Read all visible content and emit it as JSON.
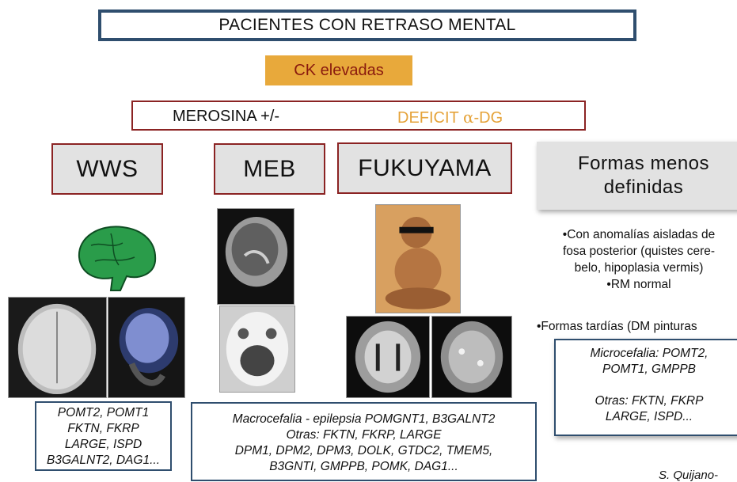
{
  "title": "PACIENTES CON RETRASO MENTAL",
  "ck_badge": "CK elevadas",
  "merosina": {
    "left": "MEROSINA +/-",
    "right_prefix": "DEFICIT ",
    "right_greek": "α",
    "right_suffix": "-DG"
  },
  "categories": {
    "wws": "WWS",
    "meb": "MEB",
    "fukuyama": "FUKUYAMA",
    "formas_line1": "Formas menos",
    "formas_line2": "definidas"
  },
  "formas": {
    "bullet1_line1": "•Con anomalías aisladas de",
    "bullet1_line2": "fosa posterior (quistes cere-",
    "bullet1_line3": "belo, hipoplasia vermis)",
    "bullet1_line4": "•RM normal",
    "bullet2": "•Formas tardías (DM pinturas"
  },
  "genes": {
    "wws": [
      "POMT2, POMT1",
      "FKTN, FKRP",
      "LARGE, ISPD",
      "B3GALNT2, DAG1..."
    ],
    "meb": [
      "Macrocefalia - epilepsia POMGNT1, B3GALNT2",
      "Otras: FKTN, FKRP, LARGE",
      "DPM1, DPM2, DPM3, DOLK, GTDC2, TMEM5,",
      "B3GNTI, GMPPB, POMK, DAG1..."
    ],
    "formas": [
      "Microcefalia: POMT2,",
      "POMT1, GMPPB",
      "",
      "Otras: FKTN, FKRP",
      "LARGE, ISPD..."
    ]
  },
  "credit": "S. Quijano-"
}
